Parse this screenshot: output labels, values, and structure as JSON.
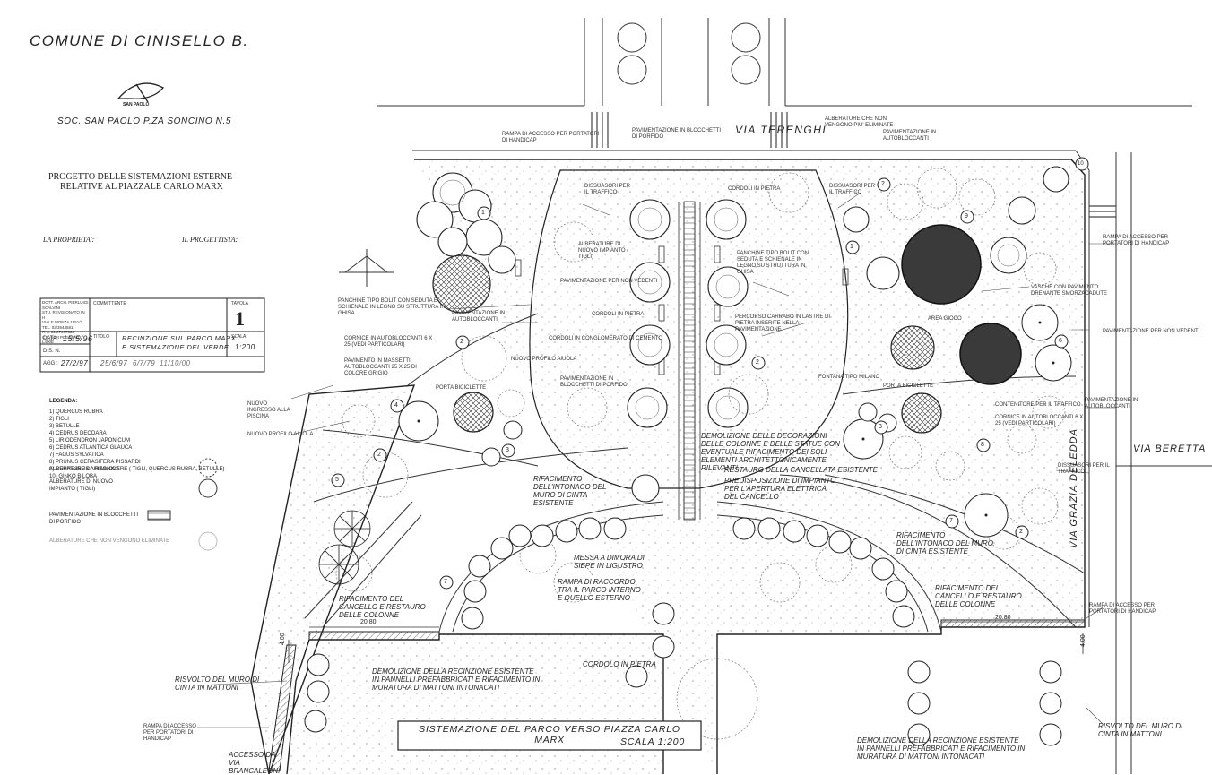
{
  "header": {
    "municipality": "COMUNE DI CINISELLO B.",
    "logo_text": "SAN PAOLO",
    "company": "SOC. SAN PAOLO P.ZA SONCINO N.5",
    "project_line1": "PROGETTO DELLE SISTEMAZIONI ESTERNE",
    "project_line2": "RELATIVE AL PIAZZALE CARLO MARX",
    "owner_label": "LA PROPRIETA':",
    "designer_label": "IL PROGETTISTA:"
  },
  "title_block": {
    "firm_lines": [
      "DOTT. ARCH. PIERLUIGI SCALVINI",
      "STU. REVISIONATO IN H",
      "VIALE MONZA 1551/3",
      "TEL. 02/3544581",
      "FAX 02/27007330",
      "C.F. SCH PLG 55H02 L400E"
    ],
    "client_label": "COMMITTENTE",
    "sheet_label": "TAVOLA",
    "sheet_number": "1",
    "date_label": "DATA:",
    "date_value": "15/5/96",
    "title_label": "TITOLO",
    "title_line1": "RECINZIONE SUL PARCO MARX",
    "title_line2": "E SISTEMAZIONE DEL VERDE",
    "scale_label": "SCALA",
    "scale_value": "1:200",
    "dis_label": "DIS. N.",
    "agg_label": "AGG.:",
    "agg_values": [
      "27/2/97",
      "25/6/97",
      "6/7/79",
      "11/10/00"
    ]
  },
  "legend": {
    "title": "LEGENDA:",
    "items": [
      "1) QUERCUS RUBRA",
      "2) TIGLI",
      "3) BETULLE",
      "4) CEDRUS DEODARA",
      "5) LIRIODENDRON JAPONICUM",
      "6) CEDRUS ATLANTICA GLAUCA",
      "7) FAGUS SYLVATICA",
      "8) PRUNUS CERASIFERA PISSARDI",
      "9) CUPRESSUS ARIZONICA",
      "10) GINKO BILOBA"
    ],
    "removed_trees": "ALBERATURE DA RIMUOVERE ( TIGLI, QUERCUS RUBRA, BETULLE)",
    "new_trees_line1": "ALBERATURE DI NUOVO",
    "new_trees_line2": "IMPIANTO ( TIGLI)",
    "paving_line1": "PAVIMENTAZIONE IN BLOCCHETTI",
    "paving_line2": "DI PORFIDO",
    "kept_trees": "ALBERATURE CHE NON VENGONO ELIMINATE"
  },
  "streets": {
    "north": "VIA TERENGHI",
    "east": "VIA BERETTA",
    "east_vertical": "VIA GRAZIA DELEDDA"
  },
  "annotations": {
    "ramp_north": "RAMPA DI ACCESSO PER PORTATORI DI HANDICAP",
    "paving_blocks_north": "PAVIMENTAZIONE IN BLOCCHETTI DI PORFIDO",
    "trees_kept_north": "ALBERATURE CHE NON VENGONO PIU' ELIMINATE",
    "self_locking_north": "PAVIMENTAZIONE IN AUTOBLOCCANTI",
    "traffic_west": "DISSUASORI PER IL TRAFFICO",
    "traffic_east": "DISSUASORI PER IL TRAFFICO",
    "stone_curb_top": "CORDOLI IN PIETRA",
    "new_trees_center": "ALBERATURE DI NUOVO IMPIANTO ( TIGLI)",
    "benches_center": "PANCHINE TIPO BOLIT CON SEDUTA E SCHIENALE IN LEGNO SU STRUTTURA IN GHISA",
    "blind_paving_center": "PAVIMENTAZIONE PER NON VEDENTI",
    "stone_curb_center": "CORDOLI IN PIETRA",
    "concrete_curb": "CORDOLI IN CONGLOMERATO DI CEMENTO",
    "stone_path": "PERCORSO CARRABO IN LASTRE DI PIETRA INSERITE NELLA PAVIMENTAZIONE",
    "porphyry_center": "PAVIMENTAZIONE IN BLOCCHETTI DI PORFIDO",
    "new_flowerbed": "NUOVO PROFILO AIUOLA",
    "benches_west": "PANCHINE TIPO BOLIT CON SEDUTA E SCHIENALE IN LEGNO SU STRUTTURA IN GHISA",
    "paving_west": "PAVIMENTAZIONE IN AUTOBLOCCANTI",
    "cornice_west": "CORNICE IN AUTOBLOCCANTI 6 X 25 (VEDI PARTICOLARI)",
    "paving_concrete": "PAVIMENTO IN MASSETTI AUTOBLOCCANTI 25 X 25 DI COLORE GRIGIO",
    "bike_rack_west": "PORTA BICICLETTE",
    "pool_entrance": "NUOVO INGRESSO ALLA PISCINA",
    "flowerbed_west": "NUOVO PROFILO AIUOLA",
    "tanks": "VASCHE CON PAVIMENTO DRENANTE SMORZACADUTE",
    "play_area": "AREA GIOCO",
    "blind_paving_east": "PAVIMENTAZIONE PER NON VEDENTI",
    "milan_fountain": "FONTANA TIPO MILANO",
    "bike_rack_east": "PORTA BICICLETTE",
    "traffic_container": "CONTENITORE PER IL TRAFFICO",
    "cornice_east": "CORNICE IN AUTOBLOCCANTI 6 X 25 (VEDI PARTICOLARI)",
    "self_locking_east": "PAVIMENTAZIONE IN AUTOBLOCCANTI",
    "ramp_east": "RAMPA DI ACCESSO PER PORTATORI DI HANDICAP",
    "traffic_east2": "DISSUASORI PER IL TRAFFICO",
    "demolish_columns": "DEMOLIZIONE DELLE DECORAZIONI DELLE COLONNE E DELLE STATUE CON EVENTUALE RIFACIMENTO DEI SOLI ELEMENTI ARCHITETTONICAMENTE RILEVANTI",
    "plaster_west": "RIFACIMENTO DELL'INTONACO DEL MURO DI CINTA ESISTENTE",
    "restore_gate": "RESTAURO DELLA CANCELLATA ESISTENTE",
    "electrical": "PREDISPOSIZIONE DI IMPIANTO PER L'APERTURA ELETTRICA DEL CANCELLO",
    "hedge": "MESSA A DIMORA DI SIEPE IN LIGUSTRO",
    "ramp_link": "RAMPA DI RACCORDO TRA IL PARCO INTERNO E QUELLO ESTERNO",
    "gate_west": "RIFACIMENTO DEL CANCELLO E RESTAURO DELLE COLONNE",
    "plaster_east": "RIFACIMENTO DELL'INTONACO DEL MURO DI CINTA ESISTENTE",
    "gate_east": "RIFACIMENTO DEL CANCELLO E RESTAURO DELLE COLONNE",
    "wall_return_west": "RISVOLTO DEL MURO DI CINTA IN MATTONI",
    "demolish_west": "DEMOLIZIONE DELLA RECINZIONE ESISTENTE IN PANNELLI PREFABBRICATI E RIFACIMENTO IN MURATURA DI MATTONI INTONACATI",
    "stone_curb_bottom": "CORDOLO IN PIETRA",
    "ramp_sw": "RAMPA DI ACCESSO PER PORTATORI DI HANDICAP",
    "access_via": "ACCESSO DA VIA BRANCALEONI",
    "demolish_east": "DEMOLIZIONE DELLA RECINZIONE ESISTENTE IN PANNELLI PREFABBRICATI E RIFACIMENTO IN MURATURA DI MATTONI INTONACATI",
    "wall_return_east": "RISVOLTO DEL MURO DI CINTA IN MATTONI",
    "ramp_se": "RAMPA DI ACCESSO PER PORTATORI DI HANDICAP",
    "dim_west": "20.80",
    "dim_east": "20.80",
    "dim_side": "4.00",
    "dim_side2": "4.00"
  },
  "tree_numbers": [
    "1",
    "2",
    "3",
    "4",
    "5",
    "6",
    "7",
    "8",
    "9",
    "10"
  ],
  "bottom_title": {
    "line1": "SISTEMAZIONE DEL PARCO VERSO PIAZZA CARLO MARX",
    "line2": "SCALA 1:200"
  }
}
